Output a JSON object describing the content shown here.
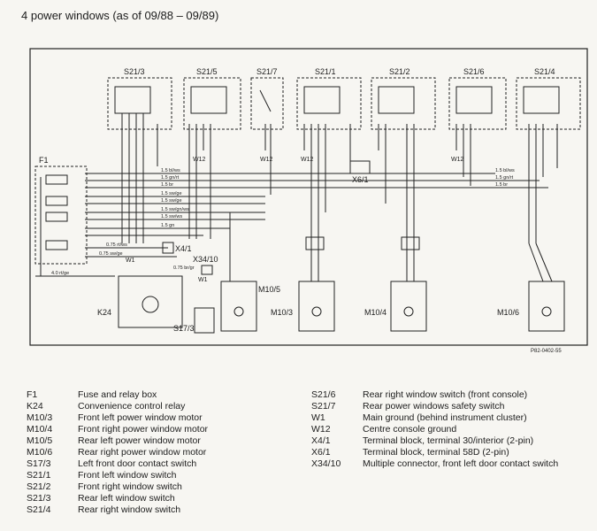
{
  "title": "4 power windows (as of 09/88 – 09/89)",
  "diagram": {
    "switches": [
      "S21/3",
      "S21/5",
      "S21/7",
      "S21/1",
      "S21/2",
      "S21/6",
      "S21/4"
    ],
    "fuse_box": "F1",
    "relay": "K24",
    "terminal_blocks": [
      "X4/1",
      "X6/1"
    ],
    "connector": "X34/10",
    "contact_switch": "S17/3",
    "motors": [
      "M10/5",
      "M10/3",
      "M10/4",
      "M10/6"
    ],
    "grounds": [
      "W12",
      "W12",
      "W12",
      "W12",
      "W1",
      "W1"
    ],
    "wire_labels": {
      "ws_top": "1.5 bl/ws",
      "gn_rt": "1.5 gn/rt",
      "br": "1.5 br",
      "sw_ge": "1.5 sw/ge",
      "sw_ge2": "1.5 sw/ge",
      "sw_gn_ws": "1.5 sw/gn/ws",
      "sw_ws": "1.5 sw/ws",
      "gn": "1.5 gn",
      "rt_ws": "0.75 rt/ws",
      "sw_ge_075": "0.75 sw/ge",
      "rt_ge": "4.0 rt/ge",
      "br_075": "0.75 br/gr",
      "ws_r": "1.5 bl/ws",
      "gn_rt_r": "1.5 gn/rt",
      "br_r": "1.5 br"
    },
    "drawing_ref": "P82-0402-55"
  },
  "legend_left": [
    {
      "code": "F1",
      "desc": "Fuse and relay box"
    },
    {
      "code": "K24",
      "desc": "Convenience control relay"
    },
    {
      "code": "M10/3",
      "desc": "Front left power window motor"
    },
    {
      "code": "M10/4",
      "desc": "Front right power window motor"
    },
    {
      "code": "M10/5",
      "desc": "Rear left power window motor"
    },
    {
      "code": "M10/6",
      "desc": "Rear right power window motor"
    },
    {
      "code": "S17/3",
      "desc": "Left front door contact switch"
    },
    {
      "code": "S21/1",
      "desc": "Front left window switch"
    },
    {
      "code": "S21/2",
      "desc": "Front right window switch"
    },
    {
      "code": "S21/3",
      "desc": "Rear left window switch"
    },
    {
      "code": "S21/4",
      "desc": "Rear right window switch"
    }
  ],
  "legend_right": [
    {
      "code": "S21/6",
      "desc": "Rear right window switch (front console)"
    },
    {
      "code": "S21/7",
      "desc": "Rear power windows safety switch"
    },
    {
      "code": "W1",
      "desc": "Main ground (behind instrument cluster)"
    },
    {
      "code": "W12",
      "desc": "Centre console ground"
    },
    {
      "code": "X4/1",
      "desc": "Terminal block, terminal 30/interior (2-pin)"
    },
    {
      "code": "X6/1",
      "desc": "Terminal block, terminal 58D (2-pin)"
    },
    {
      "code": "X34/10",
      "desc": "Multiple connector, front left door contact switch"
    }
  ]
}
